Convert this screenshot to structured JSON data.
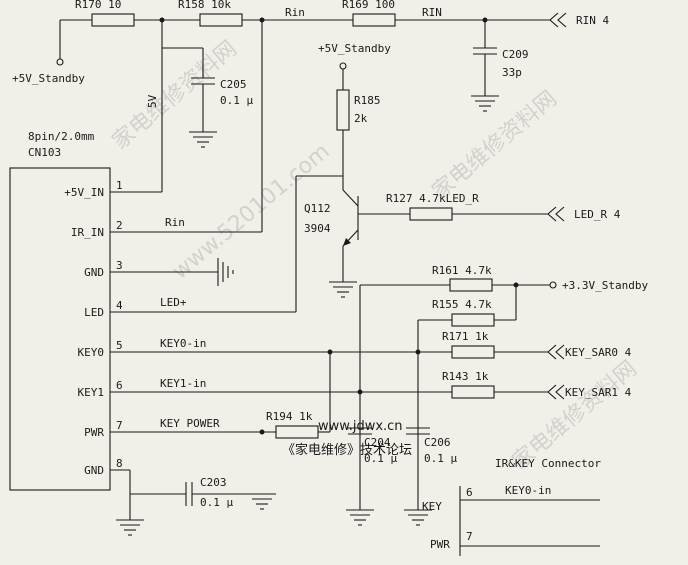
{
  "connector": {
    "spec": "8pin/2.0mm",
    "ref": "CN103"
  },
  "pins": [
    {
      "num": "1",
      "name": "+5V_IN"
    },
    {
      "num": "2",
      "name": "IR_IN"
    },
    {
      "num": "3",
      "name": "GND"
    },
    {
      "num": "4",
      "name": "LED"
    },
    {
      "num": "5",
      "name": "KEY0"
    },
    {
      "num": "6",
      "name": "KEY1"
    },
    {
      "num": "7",
      "name": "PWR"
    },
    {
      "num": "8",
      "name": "GND"
    }
  ],
  "nets": {
    "rin_pin": "Rin",
    "led_plus": "LED+",
    "key0": "KEY0-in",
    "key1": "KEY1-in",
    "key_power": "KEY POWER",
    "fivev": "5V",
    "rin_top": "Rin",
    "rin_right": "RIN"
  },
  "components": {
    "r170": "R170 10",
    "r158": "R158 10k",
    "r169": "R169 100",
    "c205_ref": "C205",
    "c205_val": "0.1 µ",
    "c209_ref": "C209",
    "c209_val": "33p",
    "r185_ref": "R185",
    "r185_val": "2k",
    "q112_ref": "Q112",
    "q112_val": "3904",
    "r127": "R127 4.7kLED_R",
    "r161": "R161 4.7k",
    "r155": "R155 4.7k",
    "r171": "R171 1k",
    "r143": "R143 1k",
    "r194": "R194 1k",
    "c204_ref": "C204",
    "c204_val": "0.1 µ",
    "c206_ref": "C206",
    "c206_val": "0.1 µ",
    "c203_ref": "C203",
    "c203_val": "0.1 µ"
  },
  "power": {
    "standby5v_left": "+5V_Standby",
    "standby5v_top": "+5V_Standby",
    "standby33": "+3.3V_Standby"
  },
  "ports": {
    "rin": "RIN 4",
    "led_r": "LED_R 4",
    "key_sar0": "KEY_SAR0 4",
    "key_sar1": "KEY_SAR1 4"
  },
  "inset": {
    "title": "IR&KEY Connector",
    "key_label": "KEY",
    "key_pin": "6",
    "key_net": "KEY0-in",
    "pwr_label": "PWR",
    "pwr_pin": "7"
  },
  "watermark": {
    "url": "www.jdwx.cn",
    "forum": "《家电维修》技术论坛",
    "site": "家电维修资料网",
    "domain": "www.520101.com"
  },
  "colors": {
    "ink": "#1a1a1a",
    "paper": "#f2efe9",
    "watermark_green": "#2f8f3a",
    "watermark_red": "#c0392b"
  }
}
